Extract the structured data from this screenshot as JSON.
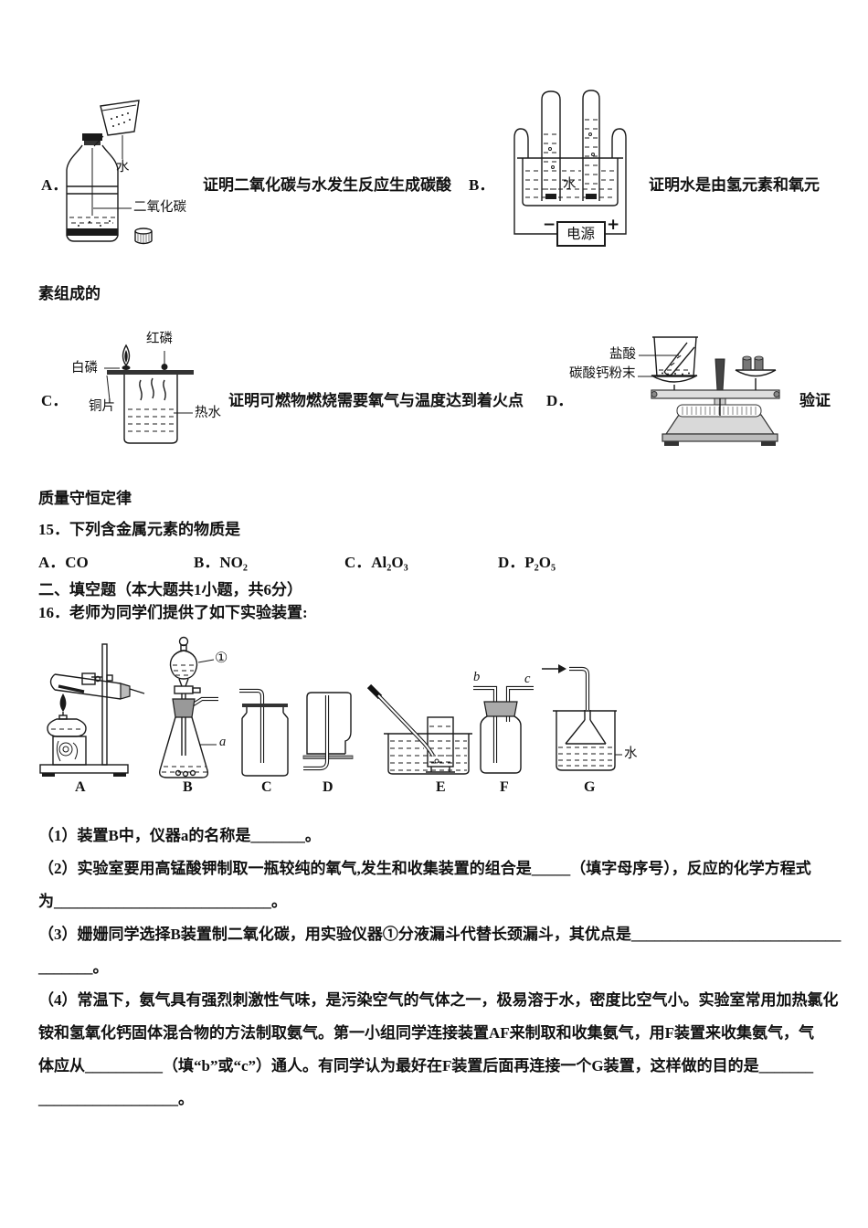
{
  "q14_options": {
    "A": {
      "letter": "A．",
      "caption": "证明二氧化碳与水发生反应生成碳酸",
      "labels": {
        "water": "水",
        "carbon_dioxide": "二氧化碳"
      }
    },
    "B": {
      "letter": "B．",
      "caption": "证明水是由氢元素和氧元",
      "caption_continued": "素组成的",
      "labels": {
        "water": "水",
        "power_supply": "电源",
        "minus": "−",
        "plus": "+"
      }
    },
    "C": {
      "letter": "C．",
      "caption": "证明可燃物燃烧需要氧气与温度达到着火点",
      "labels": {
        "red_phosphorus": "红磷",
        "white_phosphorus": "白磷",
        "copper_sheet": "铜片",
        "hot_water": "热水"
      }
    },
    "D": {
      "letter": "D．",
      "caption": "验证",
      "caption_continued": "质量守恒定律",
      "labels": {
        "hydrochloric_acid": "盐酸",
        "calcium_carbonate_powder": "碳酸钙粉末"
      }
    }
  },
  "q15": {
    "stem": "15．下列含金属元素的物质是",
    "options": [
      "A．CO",
      "B．NO₂",
      "C．Al₂O₃",
      "D．P₂O₅"
    ]
  },
  "section2_header": "二、填空题（本大题共1小题，共6分）",
  "q16": {
    "intro": "16．老师为同学们提供了如下实验装置:",
    "device_letters": [
      "A",
      "B",
      "C",
      "D",
      "E",
      "F",
      "G"
    ],
    "device_annotations": {
      "circled_one": "①",
      "a": "a",
      "b": "b",
      "c": "c",
      "water": "水"
    },
    "lines": [
      "（1）装置B中，仪器a的名称是_______。",
      "（2）实验室要用高锰酸钾制取一瓶较纯的氧气,发生和收集装置的组合是_____（填字母序号），反应的化学方程式",
      "为____________________________。",
      "（3）姗姗同学选择B装置制二氧化碳，用实验仪器①分液漏斗代替长颈漏斗，其优点是___________________________",
      "_______。",
      "（4）常温下，氨气具有强烈刺激性气味，是污染空气的气体之一，极易溶于水，密度比空气小。实验室常用加热氯化",
      "铵和氢氧化钙固体混合物的方法制取氨气。第一小组同学连接装置AF来制取和收集氨气，用F装置来收集氨气，气",
      "体应从__________（填“b”或“c”）通人。有同学认为最好在F装置后面再连接一个G装置，这样做的目的是_______",
      "__________________。"
    ]
  }
}
